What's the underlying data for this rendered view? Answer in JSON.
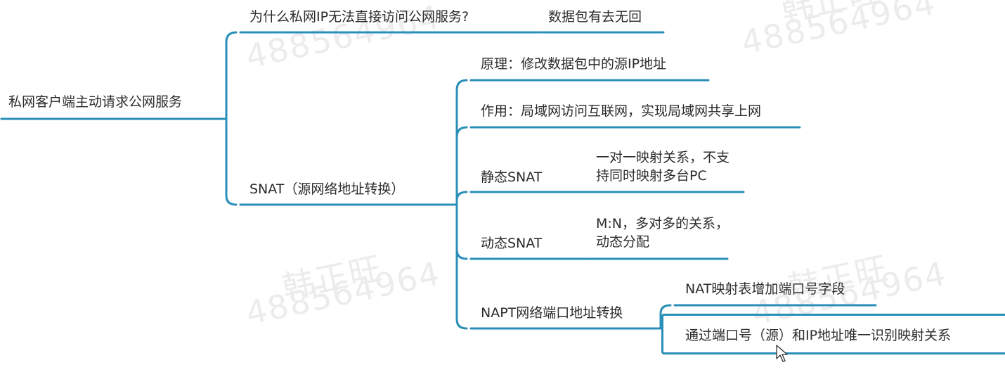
{
  "watermark": {
    "name": "韩正旺",
    "number": "488564964"
  },
  "mindmap": {
    "root": "私网客户端主动请求公网服务",
    "why": {
      "question": "为什么私网IP无法直接访问公网服务?",
      "answer": "数据包有去无回"
    },
    "snat": {
      "title": "SNAT（源网络地址转换）",
      "principle": "原理：修改数据包中的源IP地址",
      "purpose": "作用：局域网访问互联网，实现局域网共享上网",
      "static": {
        "title": "静态SNAT",
        "desc": "一对一映射关系，不支持同时映射多台PC"
      },
      "dynamic": {
        "title": "动态SNAT",
        "desc": "M:N，多对多的关系，动态分配"
      },
      "napt": {
        "title": "NAPT网络端口地址转换",
        "detail1": "NAT映射表增加端口号字段",
        "detail2": "通过端口号（源）和IP地址唯一识别映射关系"
      }
    }
  },
  "colors": {
    "line": "#2a8fb8",
    "text": "#2b2b2b",
    "watermark": "#ececec"
  }
}
